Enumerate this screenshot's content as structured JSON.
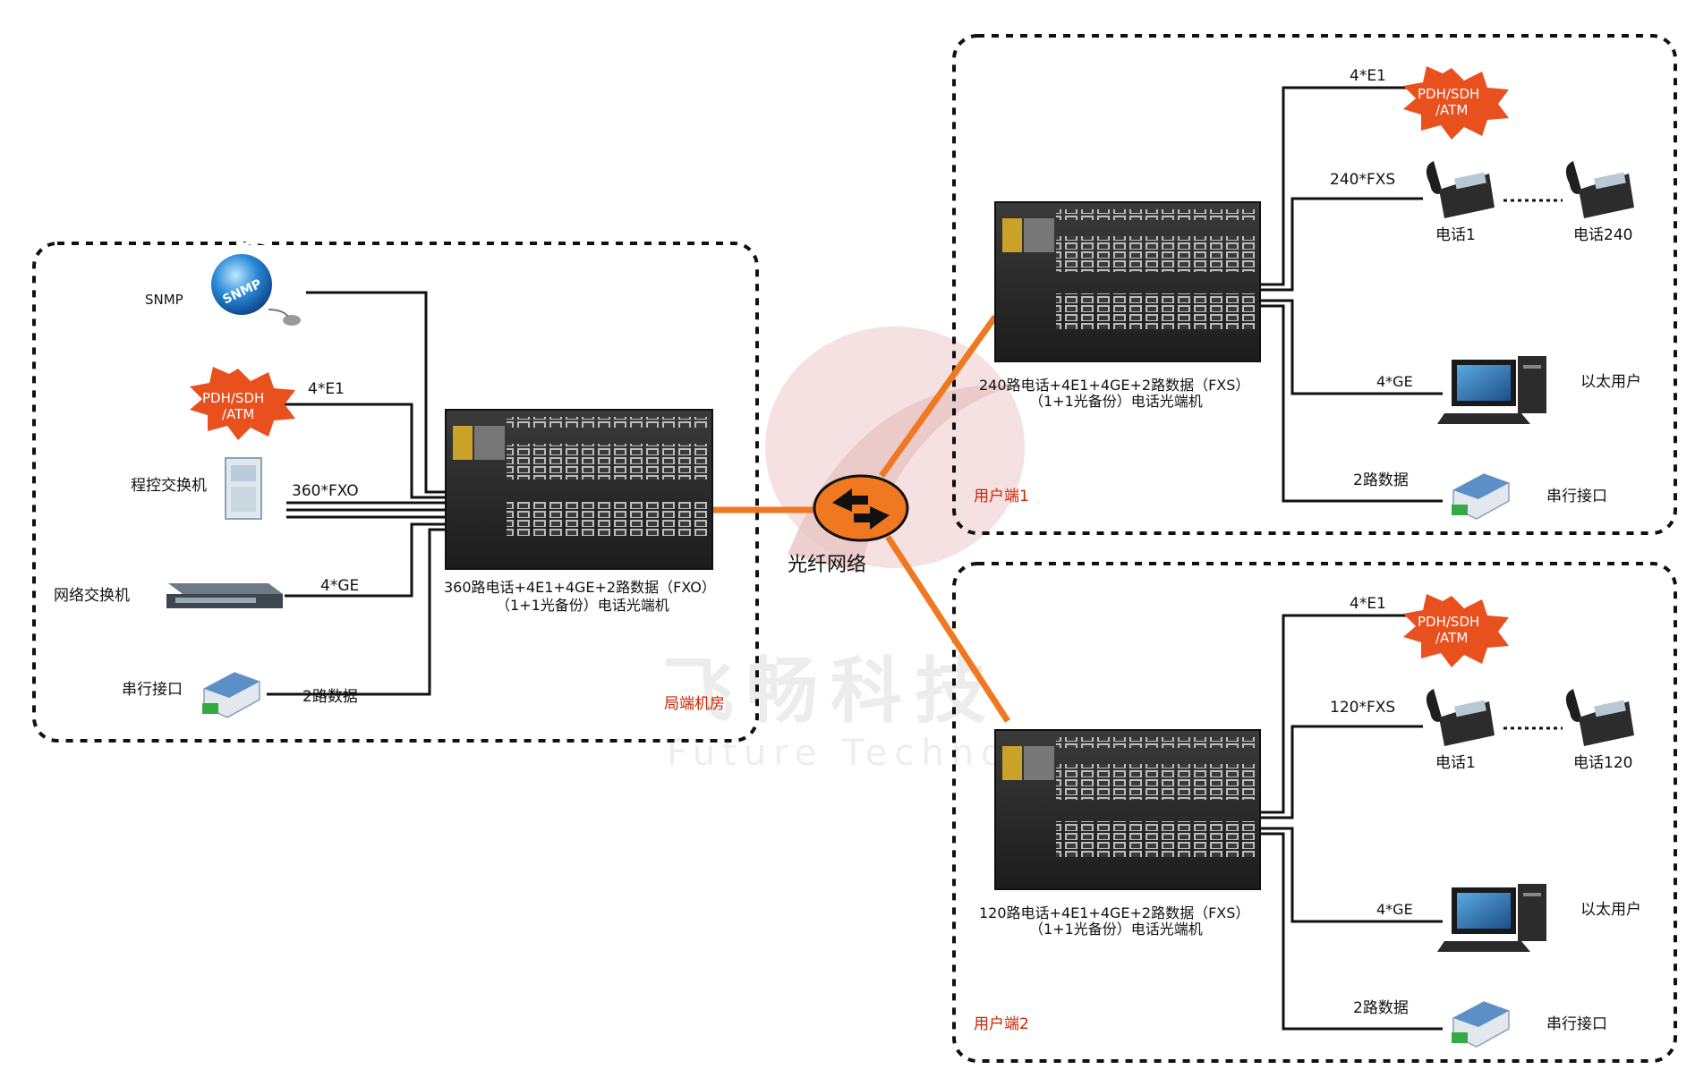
{
  "central": {
    "room_label": "局端机房",
    "device_caption_line1": "360路电话+4E1+4GE+2路数据（FXO）",
    "device_caption_line2": "（1+1光备份）电话光端机",
    "snmp_label": "SNMP",
    "snmp_globe_text": "SNMP",
    "pdh_line1": "PDH/SDH",
    "pdh_line2": "/ATM",
    "e1_label": "4*E1",
    "pbx_label": "程控交换机",
    "fxo_label": "360*FXO",
    "switch_label": "网络交换机",
    "ge_label": "4*GE",
    "serial_label": "串行接口",
    "data_label": "2路数据"
  },
  "network": {
    "label": "光纤网络"
  },
  "user1": {
    "zone_label": "用户端1",
    "device_caption_line1": "240路电话+4E1+4GE+2路数据（FXS）",
    "device_caption_line2": "（1+1光备份）电话光端机",
    "e1_label": "4*E1",
    "pdh_line1": "PDH/SDH",
    "pdh_line2": "/ATM",
    "fxs_label": "240*FXS",
    "phone_first": "电话1",
    "phone_last": "电话240",
    "ge_label": "4*GE",
    "ethernet_user": "以太用户",
    "data_label": "2路数据",
    "serial_label": "串行接口"
  },
  "user2": {
    "zone_label": "用户端2",
    "device_caption_line1": "120路电话+4E1+4GE+2路数据（FXS）",
    "device_caption_line2": "（1+1光备份）电话光端机",
    "e1_label": "4*E1",
    "pdh_line1": "PDH/SDH",
    "pdh_line2": "/ATM",
    "fxs_label": "120*FXS",
    "phone_first": "电话1",
    "phone_last": "电话120",
    "ge_label": "4*GE",
    "ethernet_user": "以太用户",
    "data_label": "2路数据",
    "serial_label": "串行接口"
  },
  "watermark": {
    "cn": "飞畅科技",
    "en": "Future Technology"
  },
  "colors": {
    "fiber": "#f07820",
    "zone_label": "#cc2200",
    "burst": "#e8501e",
    "device": "#2b2b2b",
    "watermark": "#f0d2d2"
  }
}
